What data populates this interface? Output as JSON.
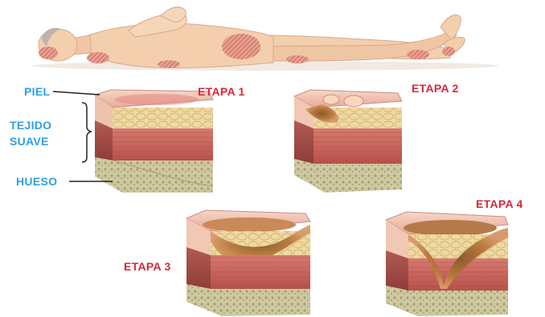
{
  "anatomy_labels": {
    "skin": "PIEL",
    "soft_tissue_line1": "TEJIDO",
    "soft_tissue_line2": "SUAVE",
    "bone": "HUESO"
  },
  "stages": [
    {
      "label": "ETAPA 1"
    },
    {
      "label": "ETAPA 2"
    },
    {
      "label": "ETAPA 3"
    },
    {
      "label": "ETAPA 4"
    }
  ],
  "colors": {
    "anatomy_label": "#2f9fe6",
    "stage_label": "#d8283a",
    "skin_tone": "#f3cfae",
    "pressure_area": "#d9706a",
    "fat": "#efd9a2",
    "muscle": "#c9615b",
    "bone": "#c9c39a"
  }
}
